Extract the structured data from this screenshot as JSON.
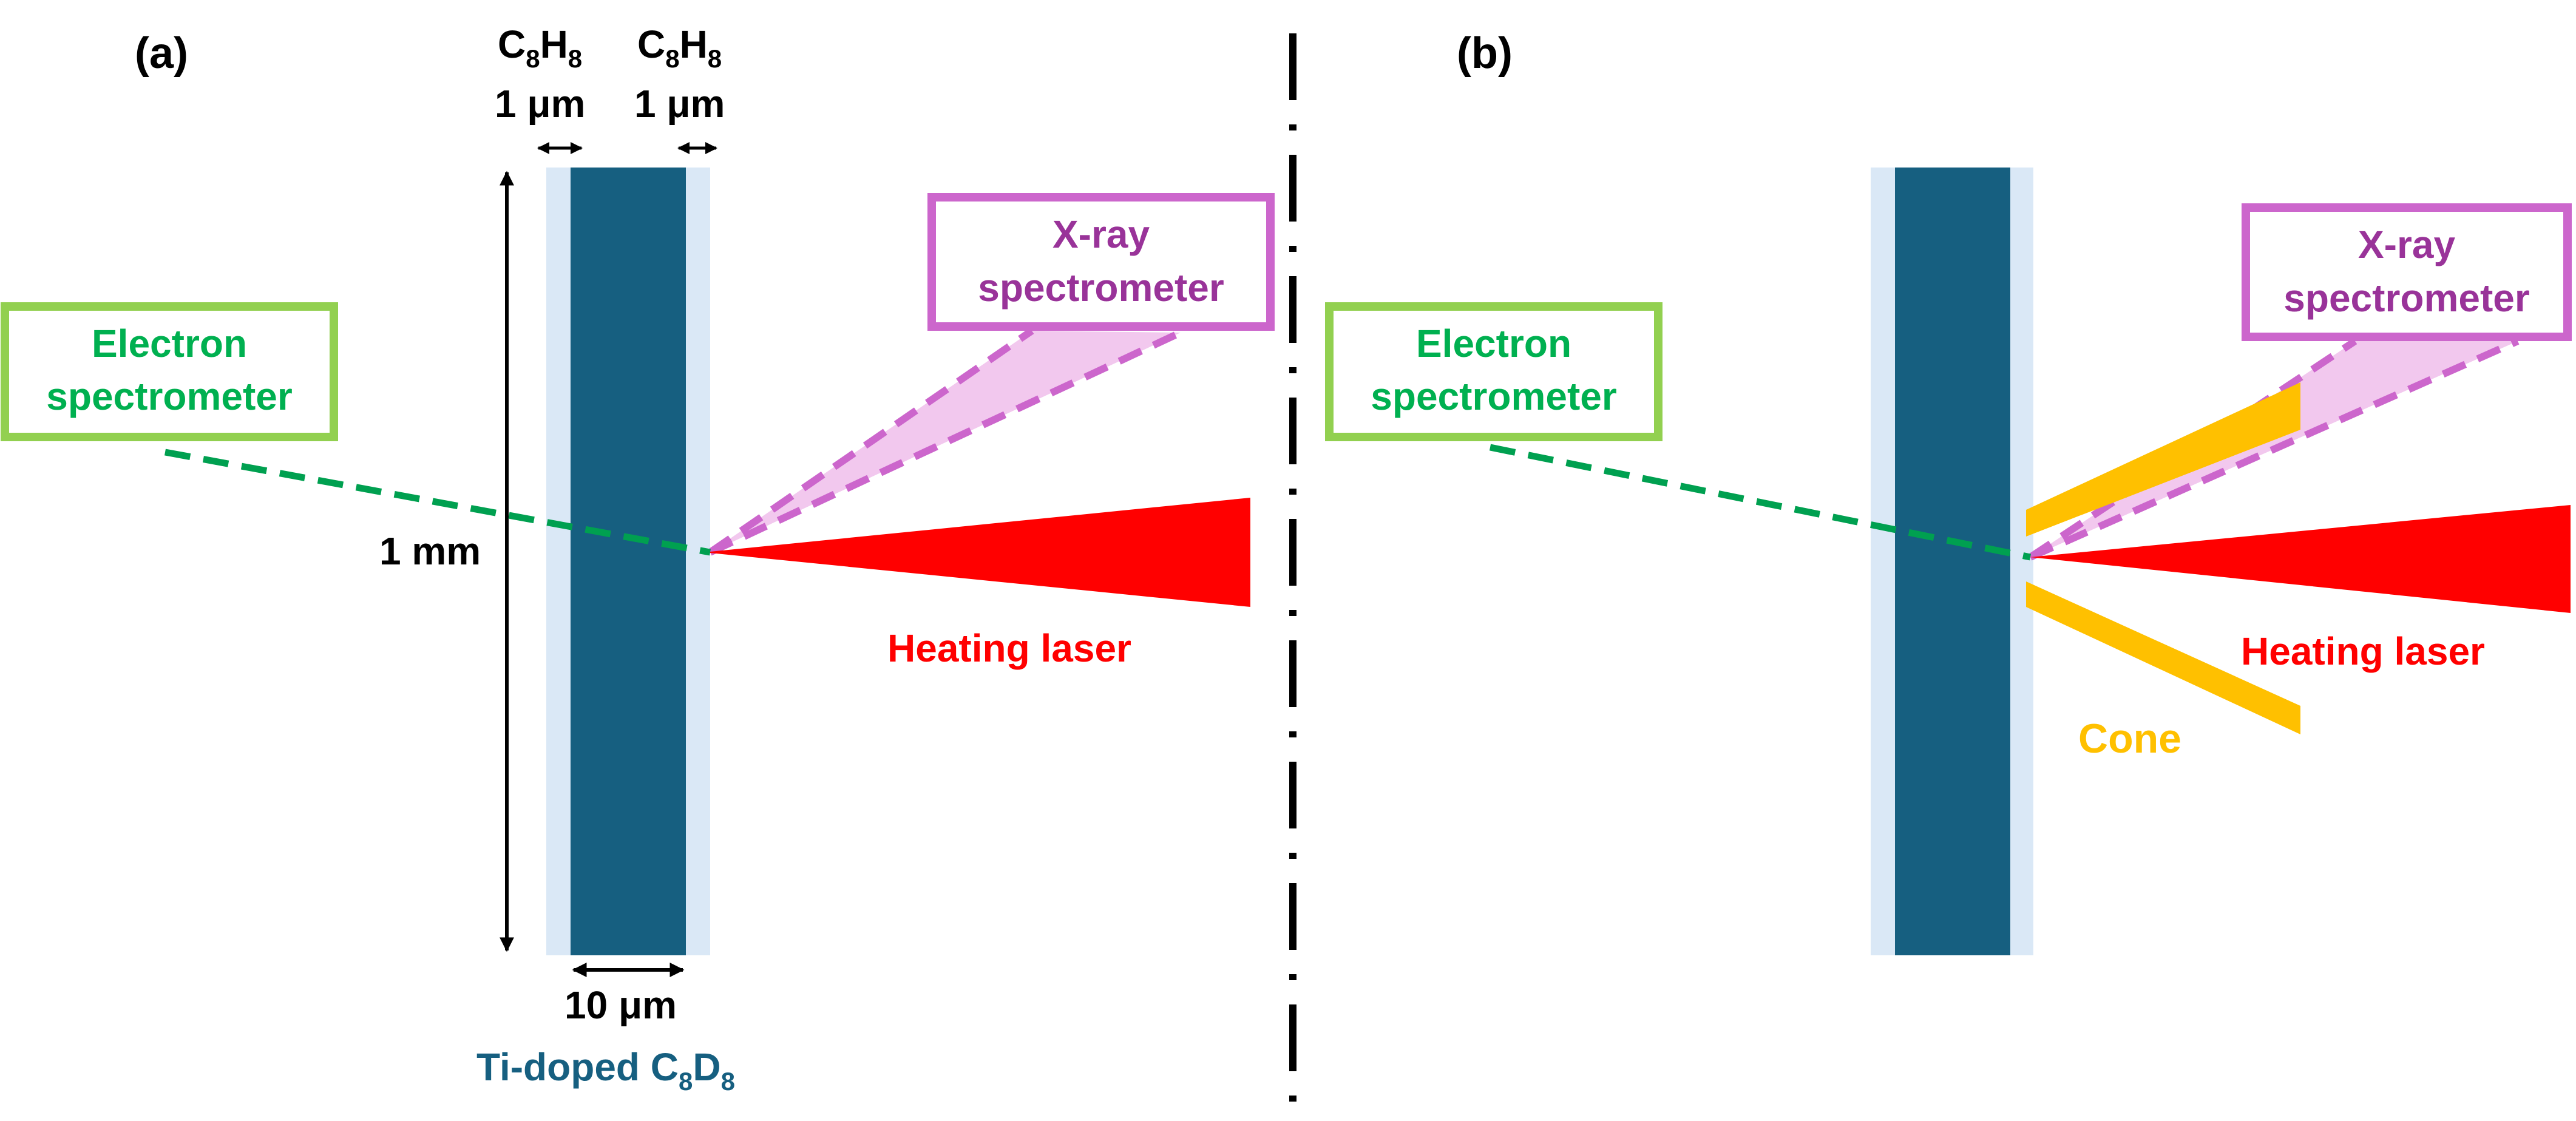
{
  "panel_a": {
    "label": "(a)",
    "layer_left": {
      "formula_main": "C",
      "sub1": "8",
      "formula_mid": "H",
      "sub2": "8",
      "thickness": "1 μm"
    },
    "layer_right": {
      "formula_main": "C",
      "sub1": "8",
      "formula_mid": "H",
      "sub2": "8",
      "thickness": "1 μm"
    },
    "height_label": "1 mm",
    "core_width_label": "10 μm",
    "core_material": {
      "prefix": "Ti-doped C",
      "sub1": "8",
      "mid": "D",
      "sub2": "8"
    },
    "xray_box": {
      "line1": "X-ray",
      "line2": "spectrometer"
    },
    "electron_box": {
      "line1": "Electron",
      "line2": "spectrometer"
    },
    "laser_label": "Heating laser"
  },
  "panel_b": {
    "label": "(b)",
    "xray_box": {
      "line1": "X-ray",
      "line2": "spectrometer"
    },
    "electron_box": {
      "line1": "Electron",
      "line2": "spectrometer"
    },
    "laser_label": "Heating laser",
    "cone_label": "Cone"
  },
  "colors": {
    "core": "#165f80",
    "ablator": "#dae8f6",
    "electron": "#92d050",
    "electron_text": "#00b050",
    "electron_line": "#00a050",
    "xray": "#cc66cc",
    "xray_text": "#993399",
    "xray_fill": "#f2c8ee",
    "laser": "#ff0000",
    "cone": "#ffc000",
    "text": "#000000"
  }
}
